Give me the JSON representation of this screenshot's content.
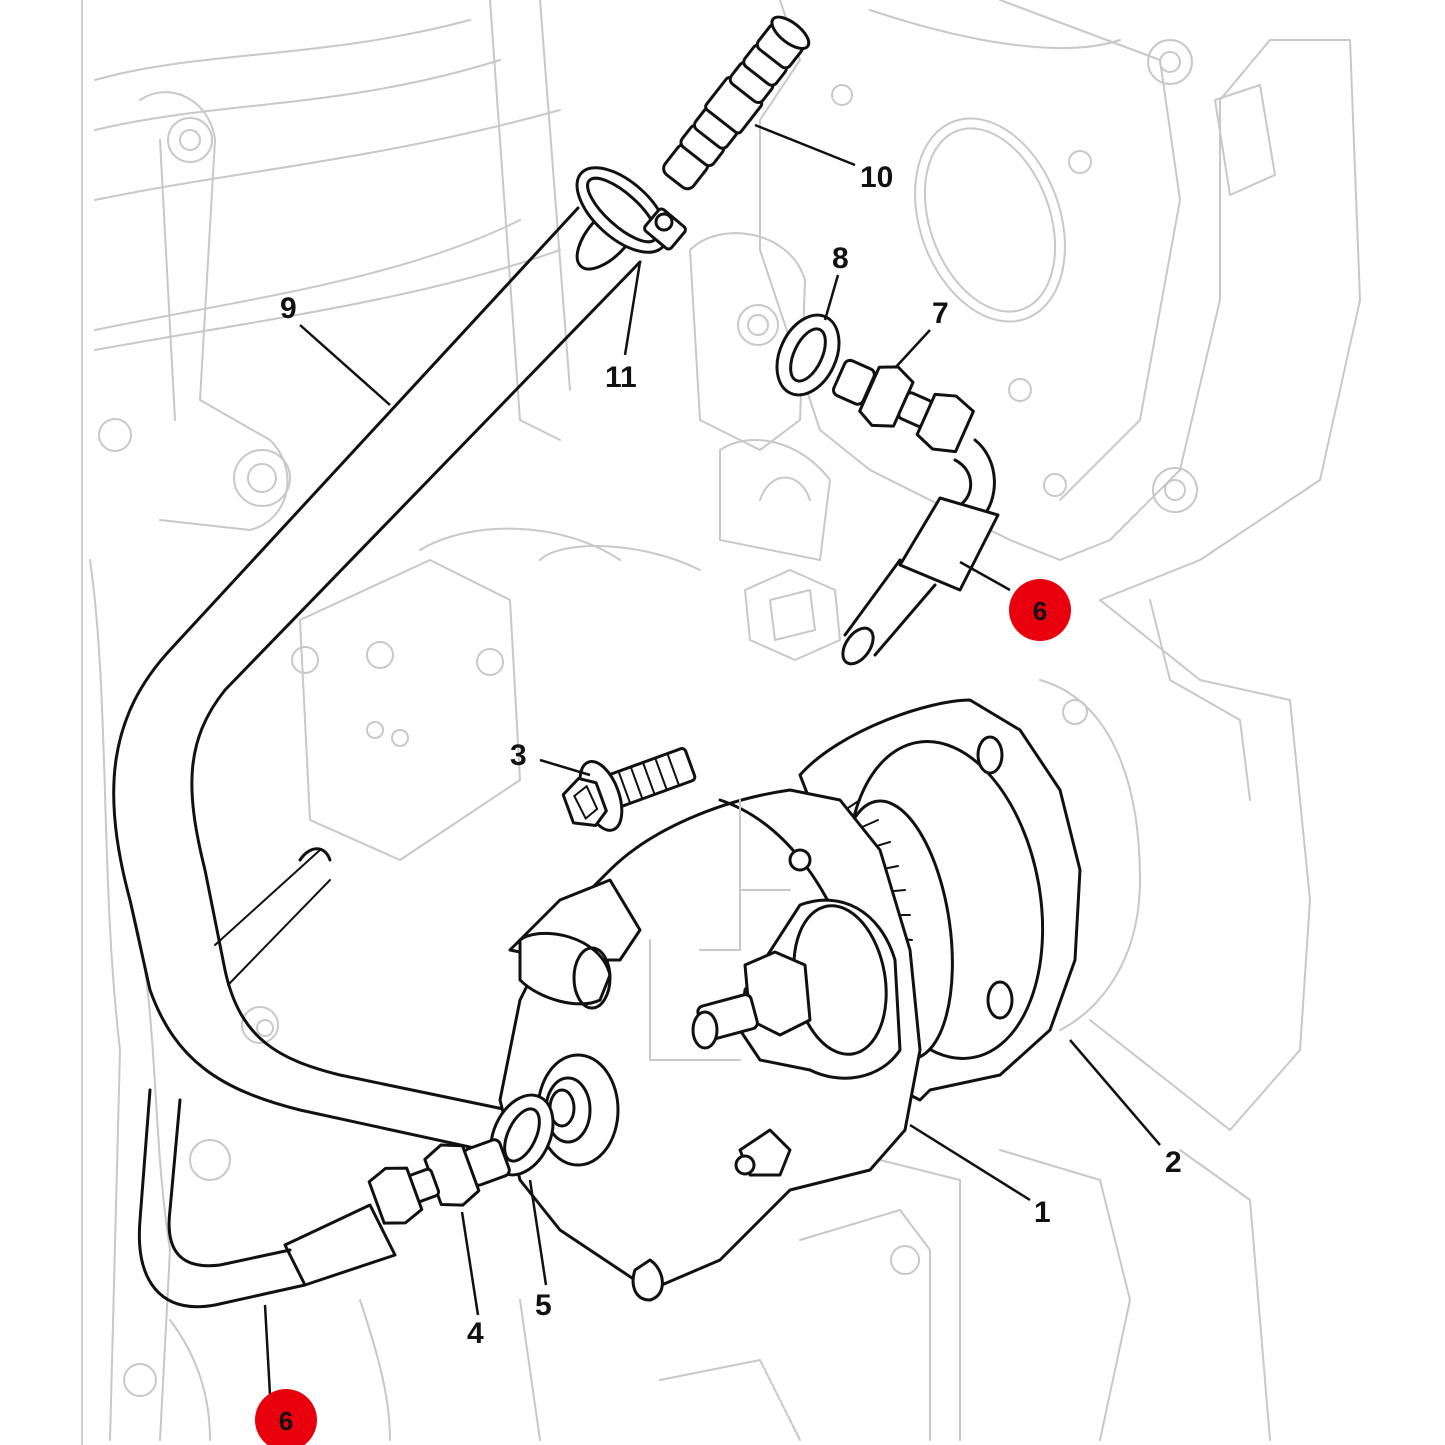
{
  "diagram": {
    "callouts": [
      {
        "id": "1",
        "label": "1"
      },
      {
        "id": "2",
        "label": "2"
      },
      {
        "id": "3",
        "label": "3"
      },
      {
        "id": "4",
        "label": "4"
      },
      {
        "id": "5",
        "label": "5"
      },
      {
        "id": "7",
        "label": "7"
      },
      {
        "id": "8",
        "label": "8"
      },
      {
        "id": "9",
        "label": "9"
      },
      {
        "id": "10",
        "label": "10"
      },
      {
        "id": "11",
        "label": "11"
      }
    ],
    "highlighted_markers": [
      {
        "id": "6a",
        "label": "6"
      },
      {
        "id": "6b",
        "label": "6"
      }
    ],
    "highlight_color": "#e8000d"
  }
}
